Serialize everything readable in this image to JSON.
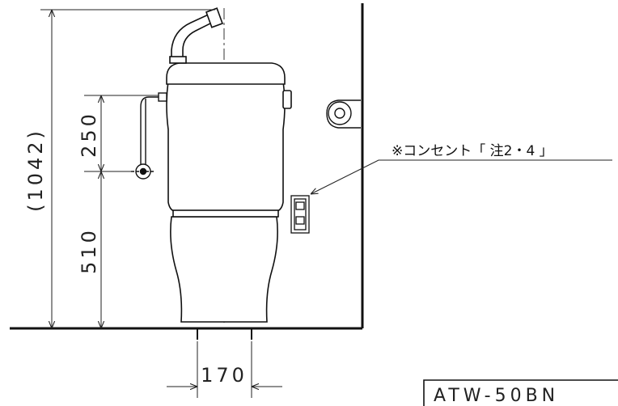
{
  "dimensions": {
    "total_height": "(1042)",
    "supply_rise": "250",
    "supply_height": "510",
    "drain_offset": "170"
  },
  "annotations": {
    "outlet_note": "※コンセント「 注2・4 」"
  },
  "model_label": "ATW-50BN"
}
